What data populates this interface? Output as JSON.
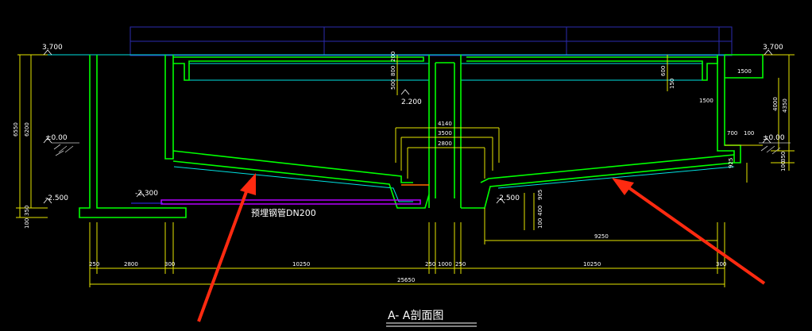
{
  "title": "A- A剖面图",
  "pipe_label": "预埋钢管DN200",
  "elevations": {
    "top_left": "3.700",
    "top_right": "3.700",
    "ground_left": "±0.00",
    "ground_right": "±0.00",
    "bottom_left": "-2.500",
    "bottom_mid_left": "-2.300",
    "bottom_mid_right": "-2.500",
    "inner": "2.200"
  },
  "dims": {
    "left_h1": "6550",
    "left_h2": "6200",
    "left_h3": "350",
    "left_h4": "100",
    "col_a": "200",
    "col_b": "800",
    "col_c": "500",
    "right_a": "600",
    "right_b": "150",
    "right_c": "1500",
    "right_d": "1500",
    "right_e": "4000",
    "right_f": "4350",
    "right_g": "700",
    "right_h": "100",
    "right_i": "350",
    "right_j": "100",
    "right_k": "925",
    "hopper_a": "4140",
    "hopper_b": "3500",
    "hopper_c": "2800",
    "hopper_d": "905",
    "hopper_e": "400",
    "hopper_f": "100",
    "span_right": "9250",
    "bot_1": "250",
    "bot_2": "2800",
    "bot_3": "300",
    "bot_4": "10250",
    "bot_5": "250",
    "bot_6": "1000",
    "bot_7": "250",
    "bot_8": "10250",
    "bot_9": "300",
    "total": "25650"
  },
  "colors": {
    "structure": "#00ff00",
    "dimension": "#ffff00",
    "cyan": "#00ffff",
    "magenta": "#b400ff",
    "blue": "#1e1e9a",
    "arrow": "#ff2a10",
    "text": "#ffffff"
  }
}
